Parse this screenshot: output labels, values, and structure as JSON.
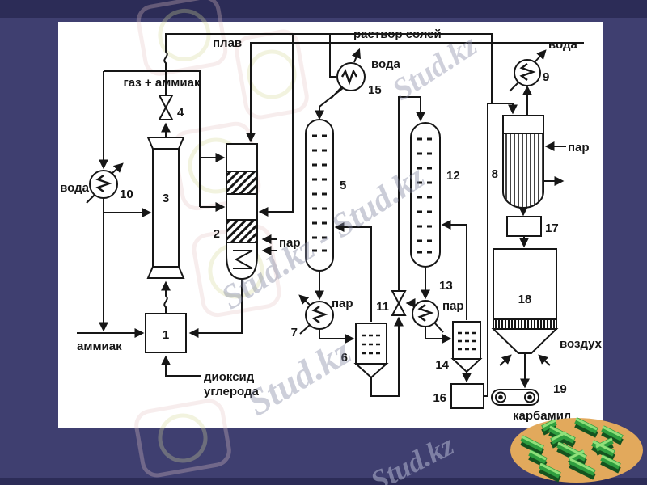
{
  "theme": {
    "page_bg": "#3f3f70",
    "band_color": "#2c2c57",
    "panel_bg": "#ffffff",
    "line_color": "#161616",
    "maze_green": "#2f9e3f",
    "maze_sand": "#e2a95c"
  },
  "watermark": {
    "text": "Stud.kz",
    "text_double": "Stud.kz - Stud.kz"
  },
  "diagram": {
    "stream_labels": {
      "plav": "плав",
      "rastvor_soley": "раствор солей",
      "voda_left": "вода",
      "voda_top": "вода",
      "voda_right": "вода",
      "gaz_ammiak": "газ + аммиак",
      "par_2": "пар",
      "par_7": "пар",
      "par_13": "пар",
      "par_8": "пар",
      "ammiak": "аммиак",
      "dioksid_line1": "диоксид",
      "dioksid_line2": "углерода",
      "vozduh": "воздух",
      "karbamid": "карбамид"
    },
    "numbers": {
      "n1": "1",
      "n2": "2",
      "n3": "3",
      "n4": "4",
      "n5": "5",
      "n6": "6",
      "n7": "7",
      "n8": "8",
      "n9": "9",
      "n10": "10",
      "n11": "11",
      "n12": "12",
      "n13": "13",
      "n14": "14",
      "n15": "15",
      "n16": "16",
      "n17": "17",
      "n18": "18",
      "n19": "19"
    }
  }
}
